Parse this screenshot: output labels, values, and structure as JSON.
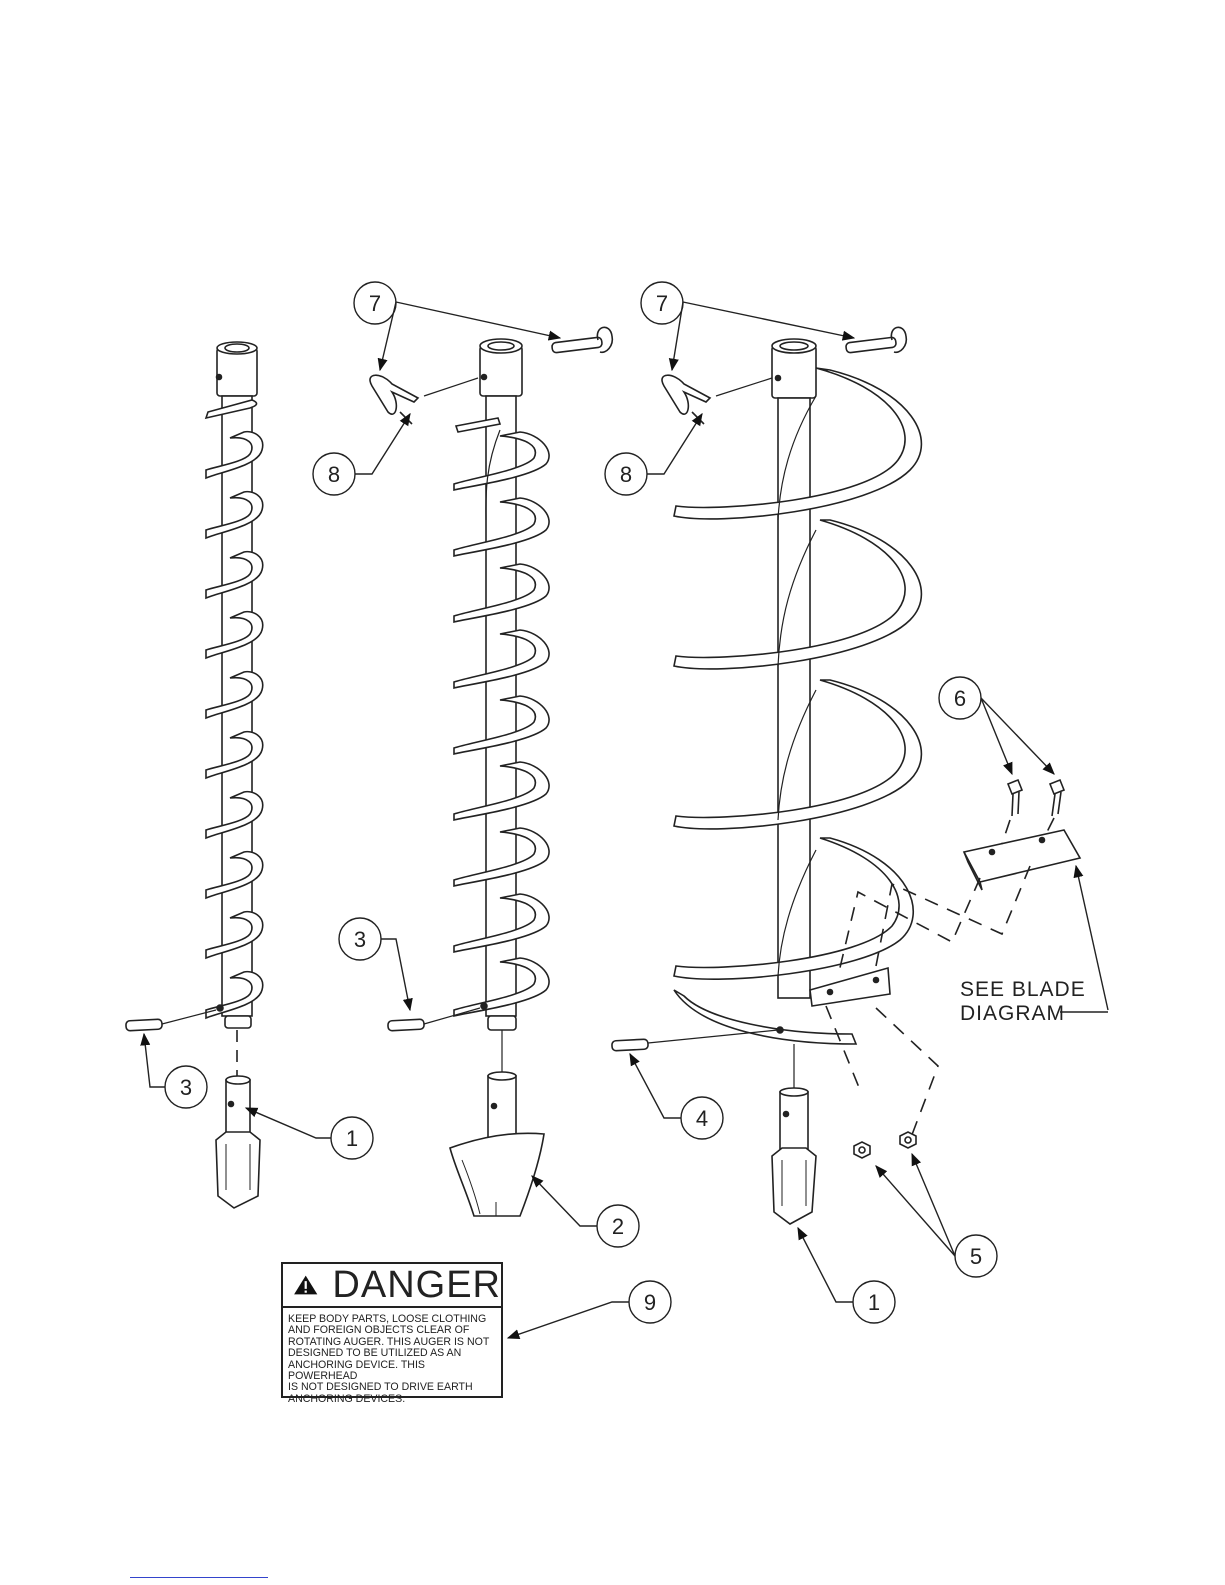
{
  "callouts": {
    "c1a": "1",
    "c1b": "1",
    "c2": "2",
    "c3a": "3",
    "c3b": "3",
    "c4": "4",
    "c5": "5",
    "c6": "6",
    "c7a": "7",
    "c7b": "7",
    "c8a": "8",
    "c8b": "8",
    "c9": "9"
  },
  "blade_note": {
    "line1": "SEE BLADE",
    "line2": "DIAGRAM"
  },
  "danger": {
    "title": "DANGER",
    "body": "KEEP BODY PARTS, LOOSE CLOTHING\nAND FOREIGN OBJECTS CLEAR OF\nROTATING AUGER. THIS AUGER IS NOT\nDESIGNED TO BE UTILIZED AS AN\nANCHORING DEVICE. THIS POWERHEAD\nIS NOT DESIGNED TO DRIVE EARTH\nANCHORING DEVICES."
  }
}
